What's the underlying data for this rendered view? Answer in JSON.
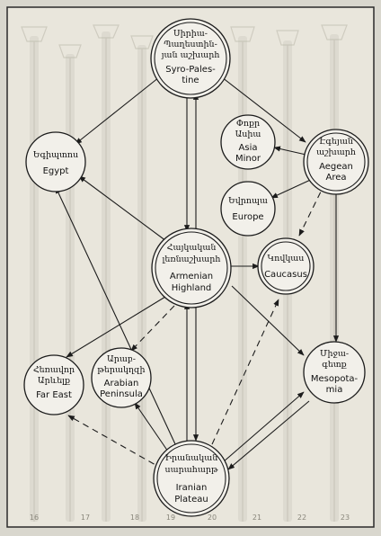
{
  "nodes": {
    "syro": {
      "hy1": "Սիրիա-",
      "hy2": "Պաղեստին-",
      "hy3": "յան աշխարհ",
      "en1": "Syro-Pales-",
      "en2": "tine"
    },
    "egypt": {
      "hy1": "Եգիպտոս",
      "en1": "Egypt"
    },
    "asia": {
      "hy1": "Փոքր",
      "hy2": "Ասիա",
      "en1": "Asia",
      "en2": "Minor"
    },
    "aegean": {
      "hy1": "Էգեյան",
      "hy2": "աշխարհ",
      "en1": "Aegean",
      "en2": "Area"
    },
    "europe": {
      "hy1": "Եվրոպա",
      "en1": "Europe"
    },
    "armenian": {
      "hy1": "Հայկական",
      "hy2": "լեռնաշխարհ",
      "en1": "Armenian",
      "en2": "Highland"
    },
    "caucasus": {
      "hy1": "Կովկաս",
      "en1": "Caucasus"
    },
    "fareast": {
      "hy1": "Հեռավոր",
      "hy2": "Արևելք",
      "en1": "Far East"
    },
    "arabian": {
      "hy1": "Արաբ-",
      "hy2": "թերակղզի",
      "en1": "Arabian",
      "en2": "Peninsula"
    },
    "meso": {
      "hy1": "Միջա-",
      "hy2": "գետք",
      "en1": "Mesopota-",
      "en2": "mia"
    },
    "iranian": {
      "hy1": "Իրանական",
      "hy2": "սարահարթ",
      "en1": "Iranian",
      "en2": "Plateau"
    }
  },
  "ticks": [
    "16",
    "17",
    "18",
    "19",
    "20",
    "21",
    "22",
    "23"
  ],
  "colors": {
    "background": "#e9e6dc",
    "ink": "#1c1c1c",
    "node_fill": "#f2f0ea"
  }
}
